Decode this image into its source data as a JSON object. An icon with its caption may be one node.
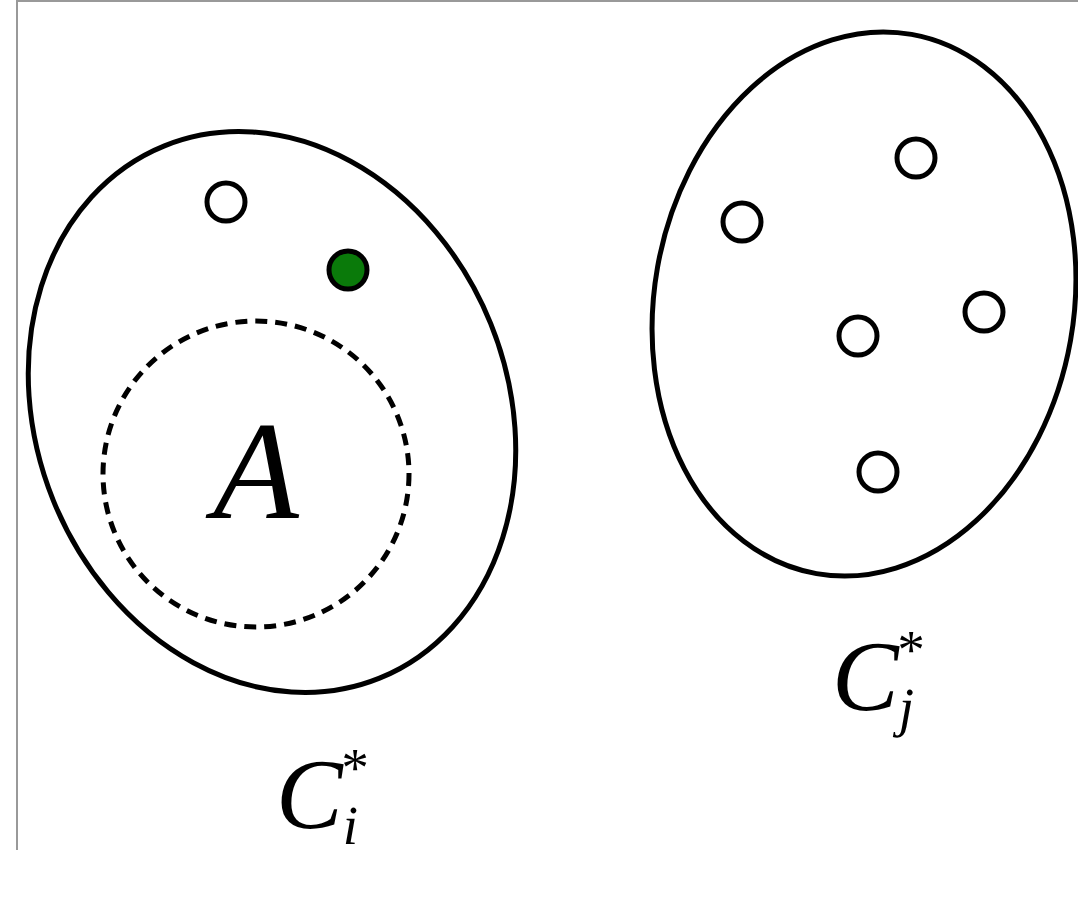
{
  "diagram": {
    "nodes": [
      {
        "text": [],
        "shape": "ellipse",
        "beside": [
          "C$_{i}$$^{*}$"
        ]
      },
      {
        "text": [
          "A"
        ],
        "in": 0
      },
      {
        "text": [],
        "shape": "circle",
        "in": 0
      },
      {
        "text": [],
        "shape": "circle",
        "in": 0
      },
      {
        "text": [],
        "shape": "ellipse",
        "beside": [
          "C$_{j}$$^{*}$"
        ]
      },
      {
        "text": [],
        "shape": "circle",
        "in": 4
      },
      {
        "text": [],
        "shape": "circle",
        "in": 4
      },
      {
        "text": [],
        "shape": "circle",
        "in": 4
      },
      {
        "text": [],
        "shape": "circle",
        "in": 4
      },
      {
        "text": [],
        "shape": "circle",
        "in": 4
      }
    ],
    "edges": []
  }
}
